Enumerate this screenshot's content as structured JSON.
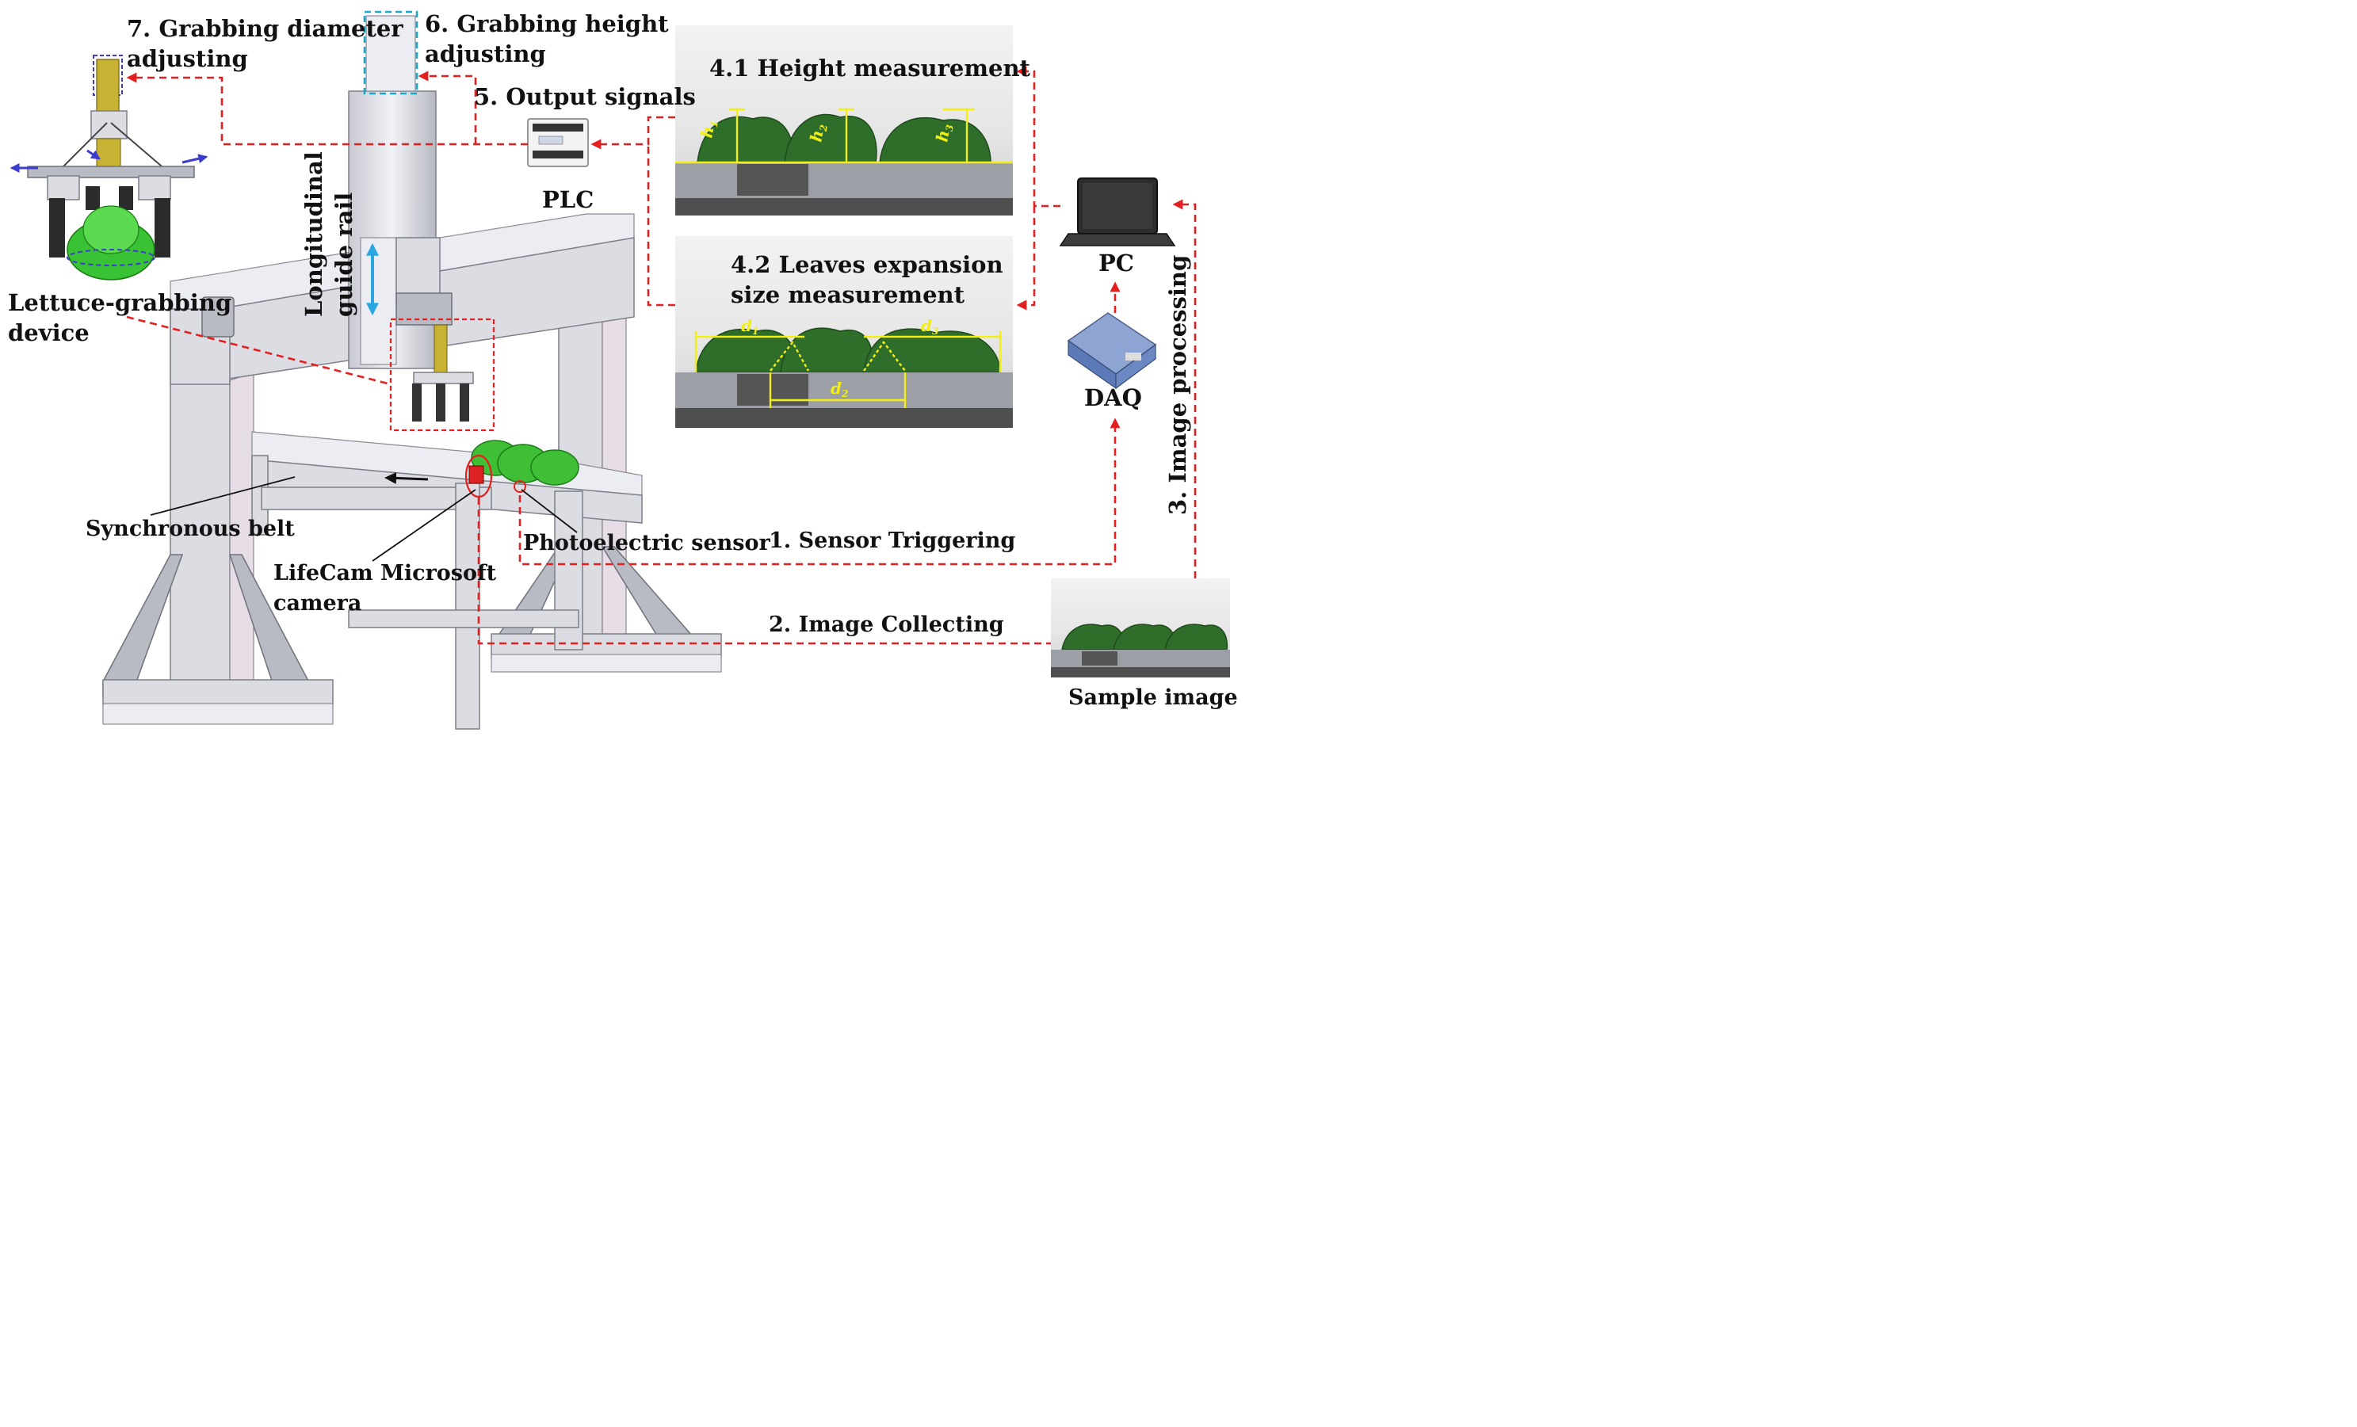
{
  "labels": {
    "grab_diameter": [
      "7. Grabbing diameter",
      "adjusting"
    ],
    "grab_height": [
      "6. Grabbing height",
      "adjusting"
    ],
    "output_signals": "5. Output signals",
    "plc": "PLC",
    "height_measurement": "4.1 Height measurement",
    "leaves_expansion": [
      "4.2  Leaves expansion",
      "size measurement"
    ],
    "pc": "PC",
    "daq": "DAQ",
    "image_processing": "3. Image processing",
    "longitudinal": [
      "Longitudinal",
      "guide rail"
    ],
    "lettuce_device": [
      "Lettuce-grabbing",
      "device"
    ],
    "synchronous_belt": "Synchronous belt",
    "photoelectric_sensor": "Photoelectric sensor",
    "sensor_triggering": "1. Sensor Triggering",
    "camera": [
      "LifeCam Microsoft",
      "camera"
    ],
    "image_collecting": "2. Image  Collecting",
    "sample_image": "Sample image"
  },
  "measure_labels": {
    "h": [
      "h",
      "h",
      "h"
    ],
    "h_sub": [
      "1",
      "2",
      "3"
    ],
    "d": [
      "d",
      "d",
      "d"
    ],
    "d_sub": [
      "1",
      "2",
      "3"
    ]
  },
  "colors": {
    "signal_line": "#e41f1f",
    "measure_line": "#f3ee14",
    "rail_arrow": "#2aa6e0",
    "adjust_arrow": "#3b3bd0",
    "height_box": "#1aa7c9",
    "diameter_box": "#3b3bd0"
  },
  "icons": {
    "pc": "laptop-icon",
    "daq": "daq-module-icon",
    "plc": "plc-controller-icon"
  }
}
